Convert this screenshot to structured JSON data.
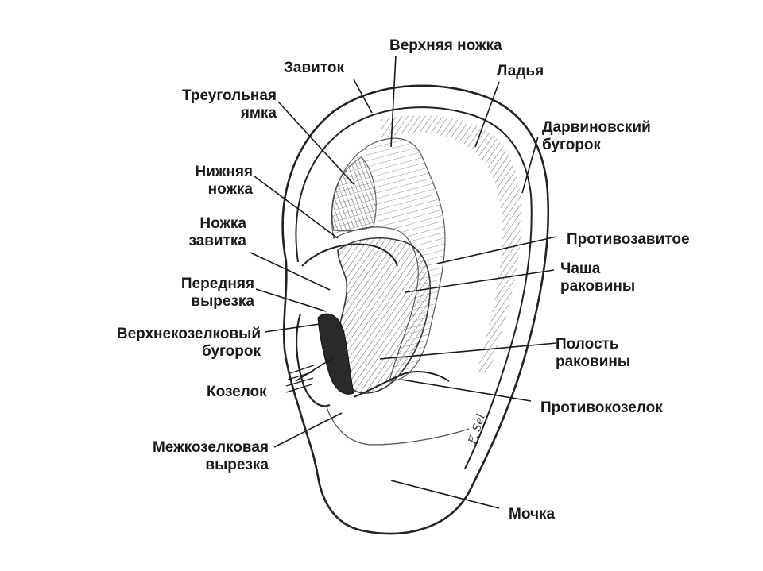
{
  "labels": {
    "zavitok": "Завиток",
    "verkhnyaya_nozhka": "Верхняя ножка",
    "ladya": "Ладья",
    "treugolnaya_yamka": "Треугольная\nямка",
    "darvinovsky_bugorok": "Дарвиновский\nбугорок",
    "nizhnyaya_nozhka": "Нижняя\nножка",
    "nozhka_zavitka": "Ножка\nзавитка",
    "protivozavitoe": "Противозавитое",
    "chasha_rakoviny": "Чаша\nраковины",
    "perednyaya_vyrezka": "Передняя\nвырезка",
    "verkhnekozelkovy_bugorok": "Верхнекозелковый\nбугорок",
    "polost_rakoviny": "Полость\nраковины",
    "kozelok": "Козелок",
    "protivokozelok": "Противокозелок",
    "mezhkozelkovaya_vyrezka": "Межкозелковая\nвырезка",
    "mochka": "Мочка"
  },
  "signature": "F. Sel"
}
